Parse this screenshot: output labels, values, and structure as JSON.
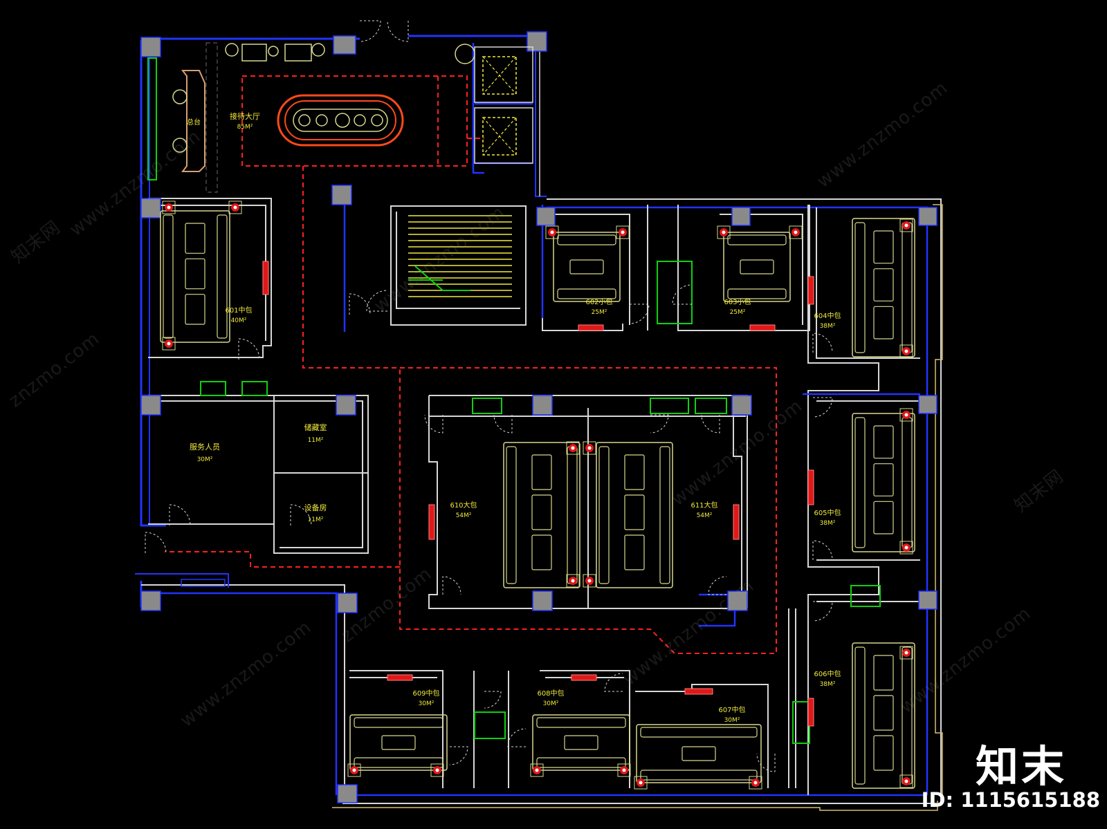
{
  "rooms": [
    {
      "id": "lobby",
      "name": "接待大厅",
      "area": "85M²"
    },
    {
      "id": "frontdesk",
      "name": "总台",
      "area": ""
    },
    {
      "id": "r601",
      "name": "601中包",
      "area": "40M²"
    },
    {
      "id": "r602",
      "name": "602小包",
      "area": "25M²"
    },
    {
      "id": "r603",
      "name": "603小包",
      "area": "25M²"
    },
    {
      "id": "r604",
      "name": "604中包",
      "area": "38M²"
    },
    {
      "id": "r605",
      "name": "605中包",
      "area": "38M²"
    },
    {
      "id": "r606",
      "name": "606中包",
      "area": "38M²"
    },
    {
      "id": "r607",
      "name": "607中包",
      "area": "30M²"
    },
    {
      "id": "r608",
      "name": "608中包",
      "area": "30M²"
    },
    {
      "id": "r609",
      "name": "609中包",
      "area": "30M²"
    },
    {
      "id": "r610",
      "name": "610大包",
      "area": "54M²"
    },
    {
      "id": "r611",
      "name": "611大包",
      "area": "54M²"
    },
    {
      "id": "staff",
      "name": "服务人员",
      "area": "30M²"
    },
    {
      "id": "storage",
      "name": "储藏室",
      "area": "11M²"
    },
    {
      "id": "equipment",
      "name": "设备房",
      "area": "11M²"
    }
  ],
  "watermark": {
    "site": "znzmo.com",
    "cn": "知末网",
    "url": "www.znzmo.com"
  },
  "branding": {
    "logo": "知末",
    "image_id": "ID: 1115615188"
  },
  "colors": {
    "wall_white": "#d8d8d8",
    "wall_blue": "#2233ff",
    "furniture": "#d8d890",
    "route": "#ff2020",
    "accent_red": "#e01818",
    "column": "#8a8a8a",
    "label": "#f2ea3c",
    "glass": "#10d010"
  }
}
